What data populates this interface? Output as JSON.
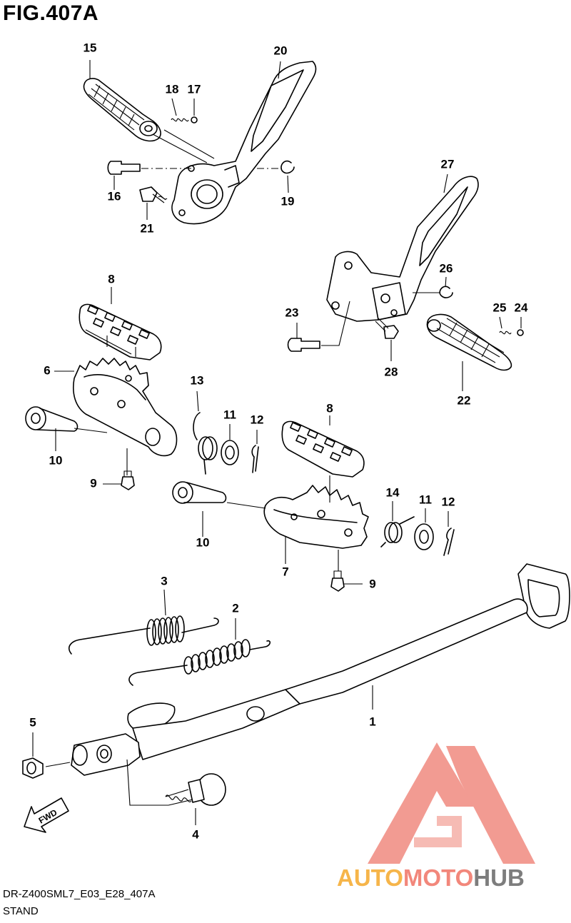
{
  "figure_title": "FIG.407A",
  "diagram_code": "DR-Z400SML7_E03_E28_407A",
  "caption": "STAND",
  "fwd_label": "FWD",
  "watermark": {
    "auto": "AUTO",
    "moto": "MOTO",
    "hub": "HUB",
    "colors": {
      "auto": "#f6b54a",
      "moto": "#f2877b",
      "hub": "#7d7d7d",
      "logo": "#f08a80"
    }
  },
  "callouts": [
    "15",
    "18",
    "17",
    "20",
    "16",
    "19",
    "21",
    "27",
    "8",
    "26",
    "23",
    "25",
    "24",
    "28",
    "6",
    "22",
    "13",
    "11",
    "12",
    "10",
    "8",
    "9",
    "14",
    "11",
    "12",
    "10",
    "7",
    "9",
    "3",
    "2",
    "1",
    "5",
    "4"
  ]
}
